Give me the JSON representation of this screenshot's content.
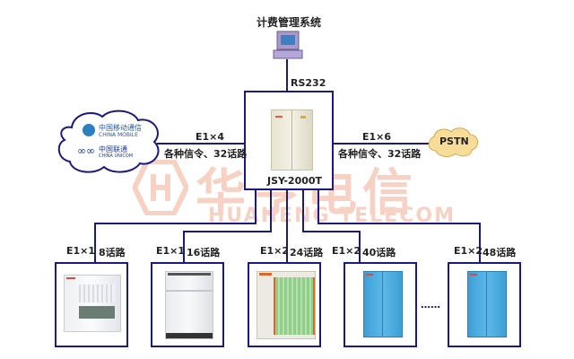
{
  "billing_system": {
    "title": "计费管理系统",
    "link_label": "RS232"
  },
  "main_switch": {
    "model": "JSY-2000T"
  },
  "left_link": {
    "e1": "E1×4",
    "desc": "各种信令、32话路"
  },
  "right_link": {
    "e1": "E1×6",
    "desc": "各种信令、32话路"
  },
  "carriers": {
    "mobile_cn": "中国移动通信",
    "mobile_en": "CHINA MOBILE",
    "unicom_cn": "中国联通",
    "unicom_en": "CHINA UNICOM"
  },
  "pstn": {
    "label": "PSTN"
  },
  "watermark": {
    "cn": "华亨电信",
    "en": "HUAHENG TELECOM",
    "logo": "H"
  },
  "branches": [
    {
      "e1": "E1×1",
      "lines": "8话路",
      "cabinet": "white-wall-cabinet"
    },
    {
      "e1": "E1×1",
      "lines": "16话路",
      "cabinet": "white-floor-cabinet"
    },
    {
      "e1": "E1×2",
      "lines": "24话路",
      "cabinet": "green-board-cabinet"
    },
    {
      "e1": "E1×2",
      "lines": "40话路",
      "cabinet": "blue-cabinet"
    },
    {
      "e1": "E1×2",
      "lines": "48话路",
      "cabinet": "blue-cabinet"
    }
  ],
  "ellipsis": "……",
  "colors": {
    "wire": "#1a1a80",
    "watermark": "#f7d2c4",
    "pstn_fill": "#f7dc9a",
    "cloud_stroke": "#1a1a80"
  }
}
